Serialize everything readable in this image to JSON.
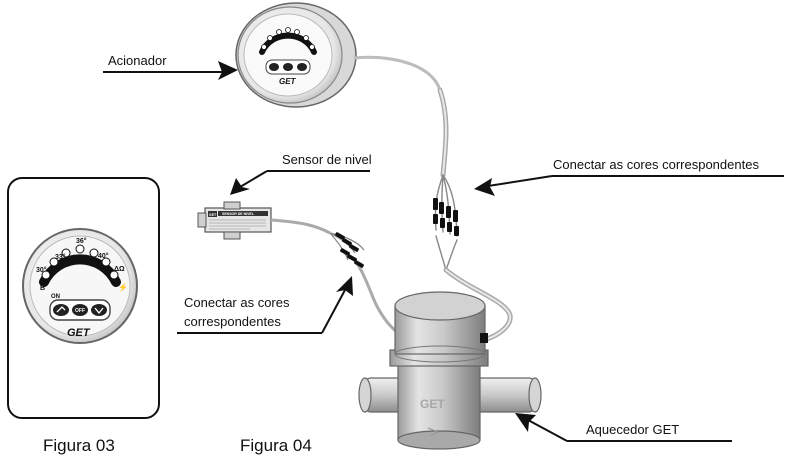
{
  "labels": {
    "acionador": "Acionador",
    "sensor": "Sensor de nivel",
    "conectar_right": "Conectar as cores correspondentes",
    "conectar_left_1": "Conectar as cores",
    "conectar_left_2": "correspondentes",
    "aquecedor": "Aquecedor GET"
  },
  "captions": {
    "fig03": "Figura 03",
    "fig04": "Figura 04"
  },
  "controller_panel": {
    "scale": [
      "B",
      "30°",
      "33°",
      "36°",
      "40°",
      "ΔΩ",
      "⚡"
    ],
    "on_label": "ON",
    "off_label": "OFF",
    "brand": "GET"
  },
  "sensor_device": {
    "brand": "GET",
    "title": "SENSOR DE NIVEL"
  },
  "heater": {
    "brand": "GET"
  }
}
